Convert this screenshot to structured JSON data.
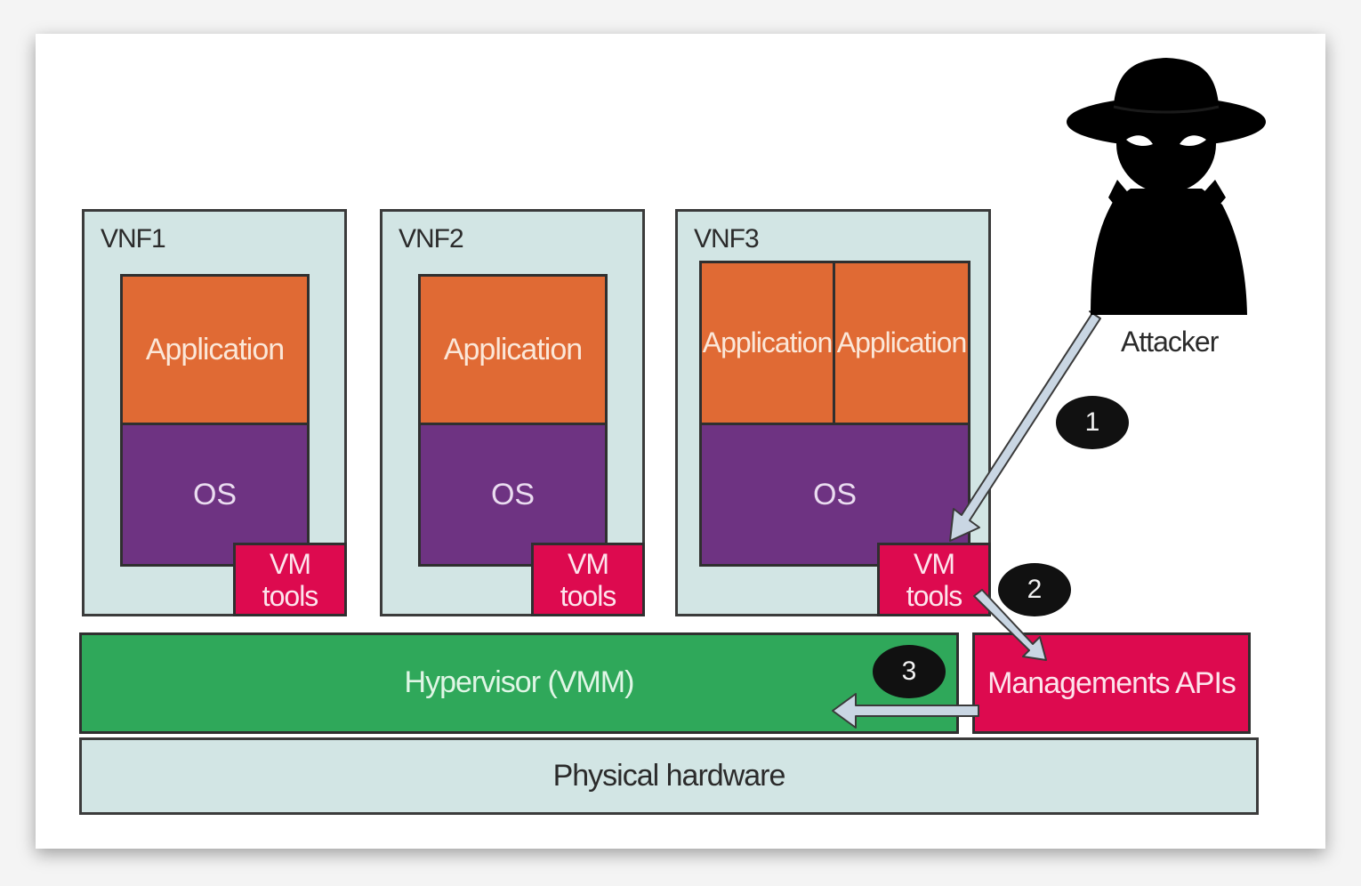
{
  "vnfs": [
    {
      "label": "VNF1",
      "applications": [
        "Application"
      ],
      "os": "OS",
      "vmtools": [
        "VM",
        "tools"
      ]
    },
    {
      "label": "VNF2",
      "applications": [
        "Application"
      ],
      "os": "OS",
      "vmtools": [
        "VM",
        "tools"
      ]
    },
    {
      "label": "VNF3",
      "applications": [
        "Application",
        "Application"
      ],
      "os": "OS",
      "vmtools": [
        "VM",
        "tools"
      ]
    }
  ],
  "hypervisor": "Hypervisor (VMM)",
  "management_apis": "Managements APIs",
  "physical_hardware": "Physical hardware",
  "attacker": {
    "label": "Attacker",
    "icon": "spy-icon"
  },
  "steps": [
    "1",
    "2",
    "3"
  ],
  "colors": {
    "vnf_bg": "#d2e5e4",
    "application": "#e06a34",
    "os": "#6e3382",
    "vm_tools": "#dd0a4f",
    "hypervisor": "#2fa85a",
    "management_apis": "#dd0a4f",
    "arrow": "#c9d6e3"
  }
}
